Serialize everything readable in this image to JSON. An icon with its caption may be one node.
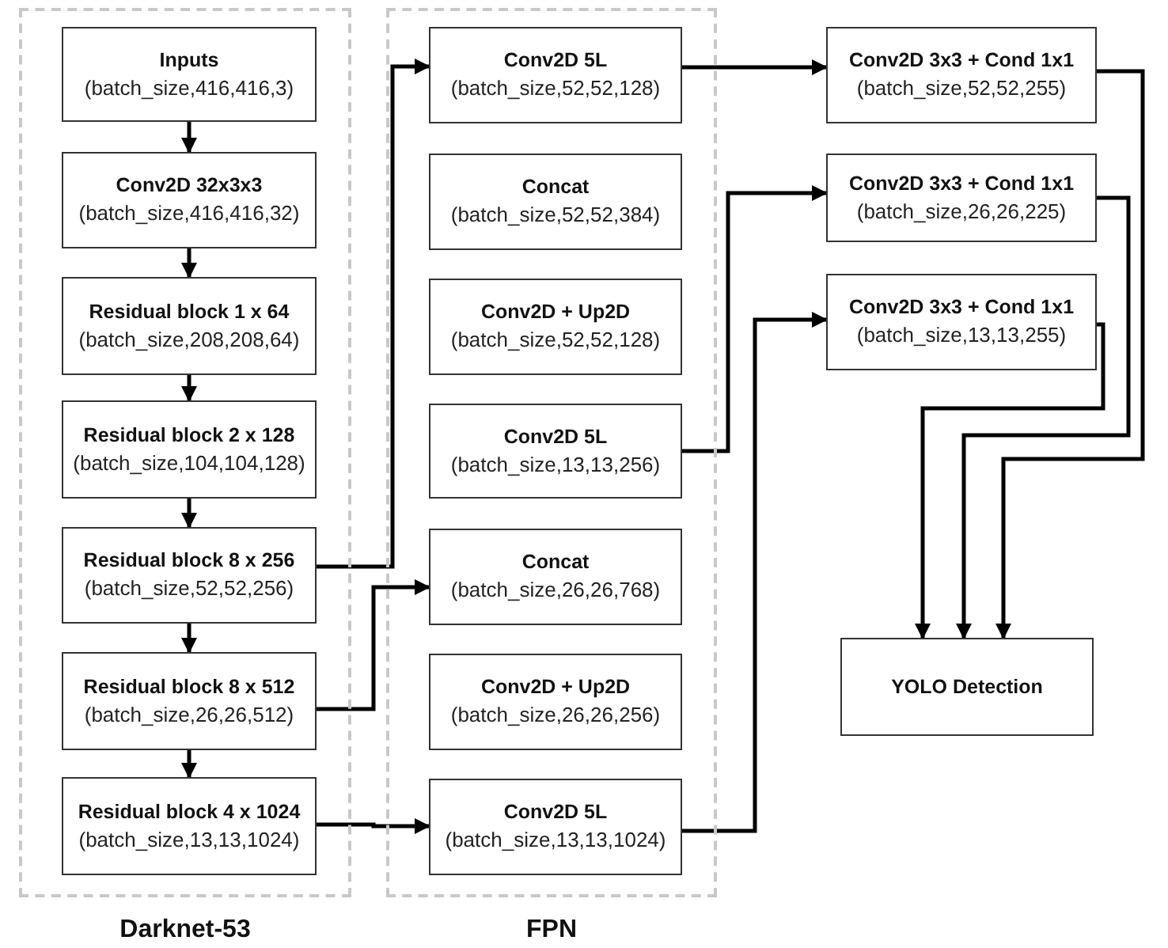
{
  "diagram": {
    "nodes": [
      {
        "text": [
          "Darknet-53"
        ]
      },
      {
        "text": [
          "FPN"
        ]
      },
      {
        "text": [
          "Inputs",
          "(batch_size,416,416,3)"
        ],
        "in": 0
      },
      {
        "text": [
          "Conv2D 32x3x3",
          "(batch_size,416,416,32)"
        ],
        "in": 0
      },
      {
        "text": [
          "Residual block 1 x 64",
          "(batch_size,208,208,64)"
        ],
        "in": 0
      },
      {
        "text": [
          "Residual block 2 x 128",
          "(batch_size,104,104,128)"
        ],
        "in": 0
      },
      {
        "text": [
          "Residual block 8 x 256",
          "(batch_size,52,52,256)"
        ],
        "in": 0
      },
      {
        "text": [
          "Residual block 8 x 512",
          "(batch_size,26,26,512)"
        ],
        "in": 0
      },
      {
        "text": [
          "Residual block 4 x 1024",
          "(batch_size,13,13,1024)"
        ],
        "in": 0
      },
      {
        "text": [
          "Conv2D 5L",
          "(batch_size,52,52,128)"
        ],
        "in": 1
      },
      {
        "text": [
          "Concat",
          "(batch_size,52,52,384)"
        ],
        "in": 1
      },
      {
        "text": [
          "Conv2D + Up2D",
          "(batch_size,52,52,128)"
        ],
        "in": 1
      },
      {
        "text": [
          "Conv2D 5L",
          "(batch_size,13,13,256)"
        ],
        "in": 1
      },
      {
        "text": [
          "Concat",
          "(batch_size,26,26,768)"
        ],
        "in": 1
      },
      {
        "text": [
          "Conv2D + Up2D",
          "(batch_size,26,26,256)"
        ],
        "in": 1
      },
      {
        "text": [
          "Conv2D 5L",
          "(batch_size,13,13,1024)"
        ],
        "in": 1
      },
      {
        "text": [
          "Conv2D 3x3 + Cond 1x1",
          "(batch_size,52,52,255)"
        ]
      },
      {
        "text": [
          "Conv2D 3x3 + Cond 1x1",
          "(batch_size,26,26,225)"
        ]
      },
      {
        "text": [
          "Conv2D 3x3 + Cond 1x1",
          "(batch_size,13,13,255)"
        ]
      },
      {
        "text": [
          "YOLO Detection"
        ]
      }
    ],
    "edges": [
      {
        "from": 2,
        "to": 3,
        "arrow": "to"
      },
      {
        "from": 3,
        "to": 4,
        "arrow": "to"
      },
      {
        "from": 4,
        "to": 5,
        "arrow": "to"
      },
      {
        "from": 5,
        "to": 6,
        "arrow": "to"
      },
      {
        "from": 6,
        "to": 7,
        "arrow": "to"
      },
      {
        "from": 7,
        "to": 8,
        "arrow": "to"
      },
      {
        "from": 6,
        "to": 9,
        "arrow": "to"
      },
      {
        "from": 7,
        "to": 13,
        "arrow": "to"
      },
      {
        "from": 8,
        "to": 15,
        "arrow": "to"
      },
      {
        "from": 9,
        "to": 16,
        "arrow": "to"
      },
      {
        "from": 12,
        "to": 17,
        "arrow": "to"
      },
      {
        "from": 15,
        "to": 18,
        "arrow": "to"
      },
      {
        "from": 16,
        "to": 19,
        "arrow": "to"
      },
      {
        "from": 17,
        "to": 19,
        "arrow": "to"
      },
      {
        "from": 18,
        "to": 19,
        "arrow": "to"
      }
    ]
  }
}
